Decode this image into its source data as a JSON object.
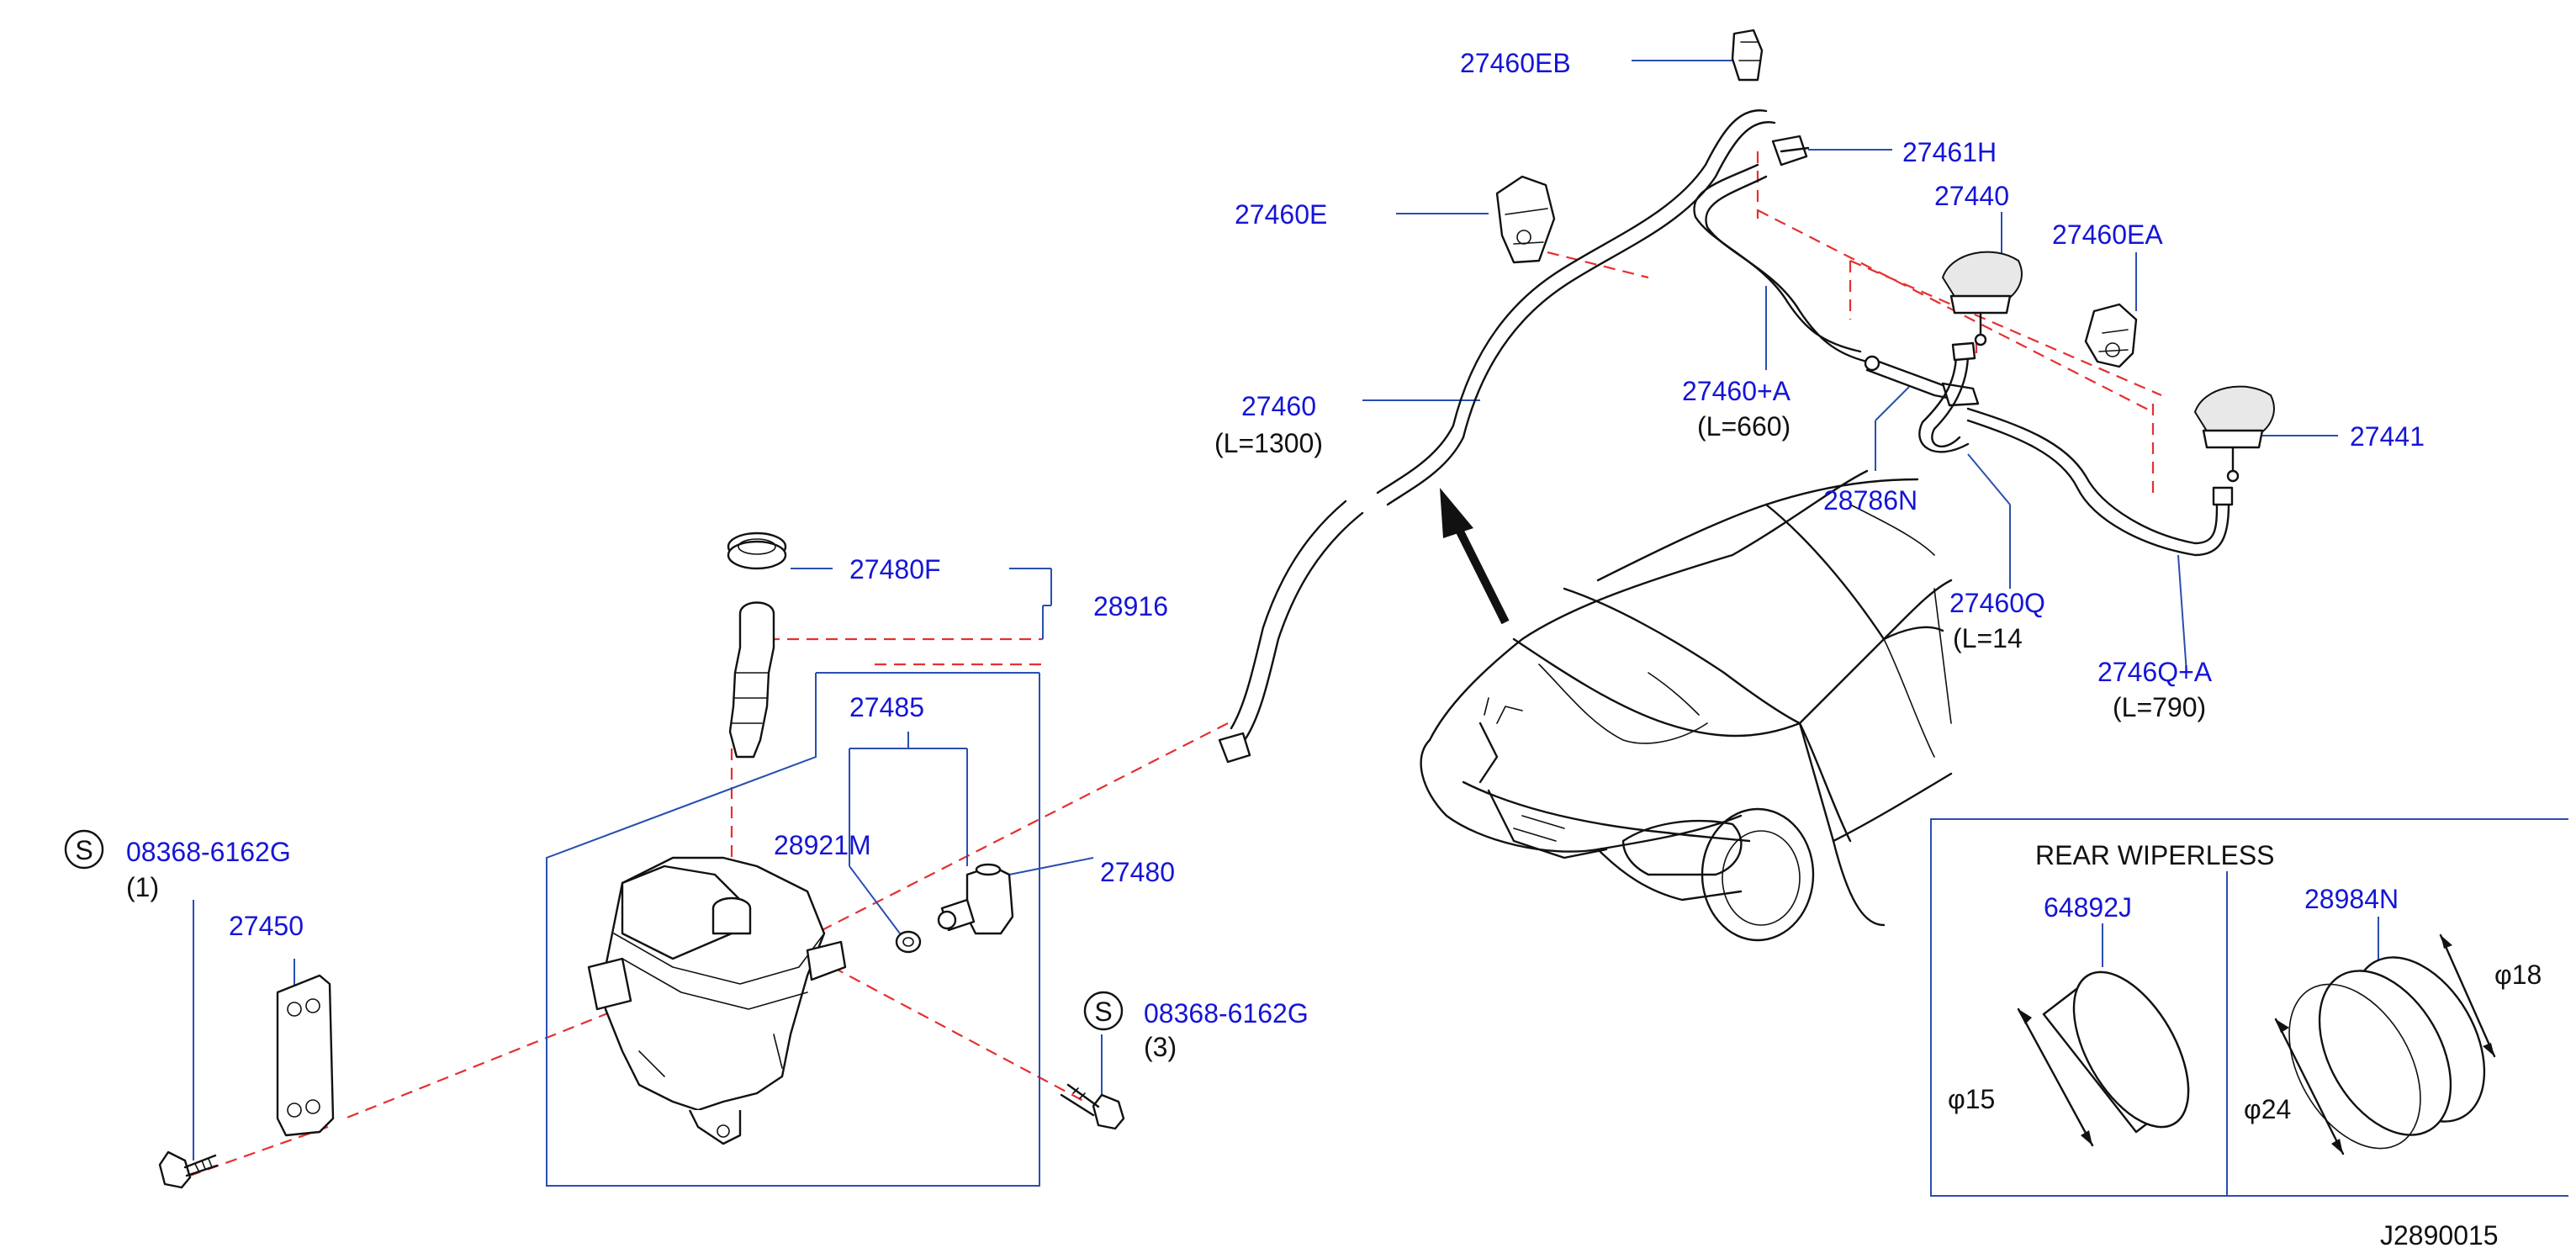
{
  "diagram_code": "J2890015",
  "labels": {
    "p27460EB": "27460EB",
    "p27461H": "27461H",
    "p27460E": "27460E",
    "p27440": "27440",
    "p27460EA": "27460EA",
    "p27460": "27460",
    "p27460_len": "(L=1300)",
    "p27460A": "27460+A",
    "p27460A_len": "(L=660)",
    "p27441": "27441",
    "p28786N": "28786N",
    "p27460Q": "27460Q",
    "p27460Q_len": "(L=14",
    "p27460QA": "2746Q+A",
    "p27460QA_len": "(L=790)",
    "p27480F": "27480F",
    "p28916": "28916",
    "p27485": "27485",
    "p28921M": "28921M",
    "p27480": "27480",
    "p27450": "27450",
    "p08368_a": "08368-6162G",
    "p08368_a_qty": "(1)",
    "p08368_b": "08368-6162G",
    "p08368_b_qty": "(3)",
    "s_mark": "S"
  },
  "inset": {
    "title": "REAR  WIPERLESS",
    "part_left": "64892J",
    "dim_left": "φ15",
    "part_right": "28984N",
    "dim_right_outer": "φ24",
    "dim_right_inner": "φ18"
  },
  "colors": {
    "part_number": "#1515d6",
    "leader": "#2a4fb0",
    "dashed_link": "#e53030",
    "drawing": "#111111"
  }
}
